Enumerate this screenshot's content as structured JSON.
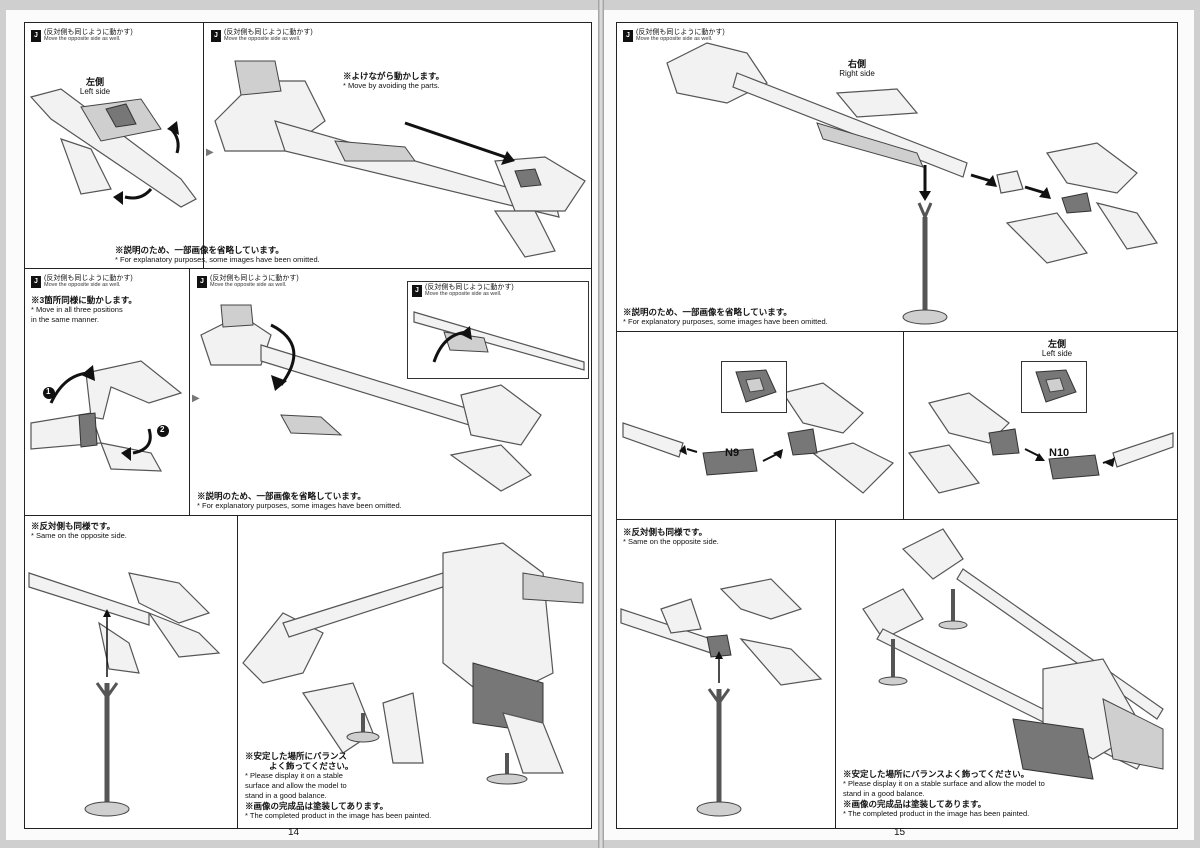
{
  "left_page": {
    "page_number": "14",
    "panel_a": {
      "step_jp": "(反対側も同じように動かす)",
      "step_en": "Move the opposite side as well.",
      "side_jp": "左側",
      "side_en": "Left side",
      "note_jp": "※説明のため、一部画像を省略しています。",
      "note_en": "* For explanatory purposes, some images have been omitted."
    },
    "panel_b": {
      "step_jp": "(反対側も同じように動かす)",
      "step_en": "Move the opposite side as well.",
      "note_jp": "※よけながら動かします。",
      "note_en": "* Move by avoiding the parts."
    },
    "panel_c": {
      "step_jp": "(反対側も同じように動かす)",
      "step_en": "Move the opposite side as well.",
      "note_jp": "※3箇所同様に動かします。",
      "note_en_1": "* Move in all three positions",
      "note_en_2": "in the same manner.",
      "num1": "1",
      "num2": "2"
    },
    "panel_d": {
      "step_jp": "(反対側も同じように動かす)",
      "step_en": "Move the opposite side as well.",
      "note_jp": "※説明のため、一部画像を省略しています。",
      "note_en": "* For explanatory purposes, some images have been omitted."
    },
    "panel_e": {
      "step_jp": "(反対側も同じように動かす)",
      "step_en": "Move the opposite side as well."
    },
    "panel_f": {
      "note_jp": "※反対側も同様です。",
      "note_en": "* Same on the opposite side."
    },
    "panel_g": {
      "note1_jp_1": "※安定した場所にバランス",
      "note1_jp_2": "よく飾ってください。",
      "note1_en_1": "* Please display it on a stable",
      "note1_en_2": "surface and allow the model to",
      "note1_en_3": "stand in a good balance.",
      "note2_jp": "※画像の完成品は塗装してあります。",
      "note2_en": "* The completed product in the image has been painted."
    }
  },
  "right_page": {
    "page_number": "15",
    "panel_a": {
      "step_jp": "(反対側も同じように動かす)",
      "step_en": "Move the opposite side as well.",
      "side_jp": "右側",
      "side_en": "Right side",
      "note_jp": "※説明のため、一部画像を省略しています。",
      "note_en": "* For explanatory purposes, some images have been omitted."
    },
    "panel_b": {
      "code": "N9"
    },
    "panel_c": {
      "side_jp": "左側",
      "side_en": "Left side",
      "code": "N10"
    },
    "panel_d": {
      "note_jp": "※反対側も同様です。",
      "note_en": "* Same on the opposite side."
    },
    "panel_e": {
      "note1_jp": "※安定した場所にバランスよく飾ってください。",
      "note1_en_1": "* Please display it on a stable surface and allow the model to",
      "note1_en_2": "stand in a good balance.",
      "note2_jp": "※画像の完成品は塗装してあります。",
      "note2_en": "* The completed product in the image has been painted."
    }
  }
}
